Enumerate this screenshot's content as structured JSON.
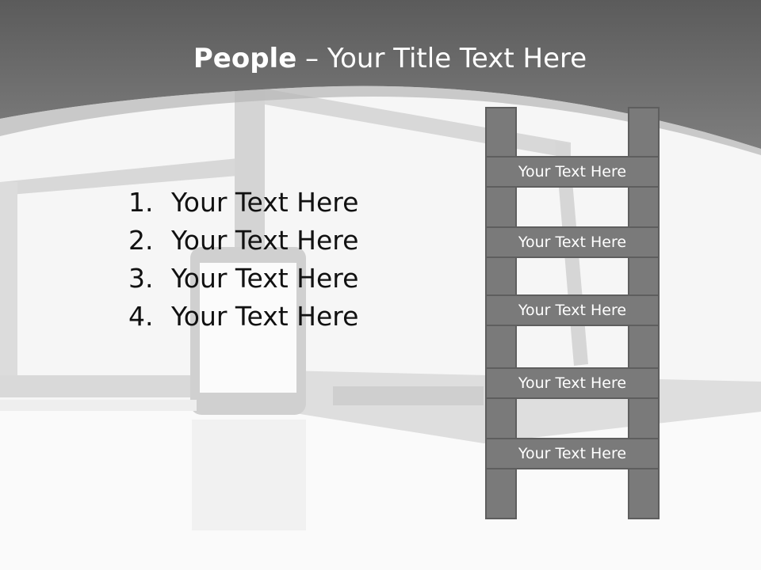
{
  "slide": {
    "title_bold": "People",
    "title_rest": " – Your Title Text Here",
    "list_items": [
      {
        "num": "1.",
        "text": "Your Text Here"
      },
      {
        "num": "2.",
        "text": "Your Text Here"
      },
      {
        "num": "3.",
        "text": "Your Text Here"
      },
      {
        "num": "4.",
        "text": "Your Text Here"
      }
    ],
    "ladder_steps": [
      "Your Text Here",
      "Your Text Here",
      "Your Text Here",
      "Your Text Here",
      "Your Text Here"
    ]
  },
  "colors": {
    "header_band": "#6e6e6e",
    "ladder_fill": "#7a7a7a",
    "ladder_border": "#5e5e5e",
    "title_text": "#ffffff",
    "list_text": "#111111"
  }
}
